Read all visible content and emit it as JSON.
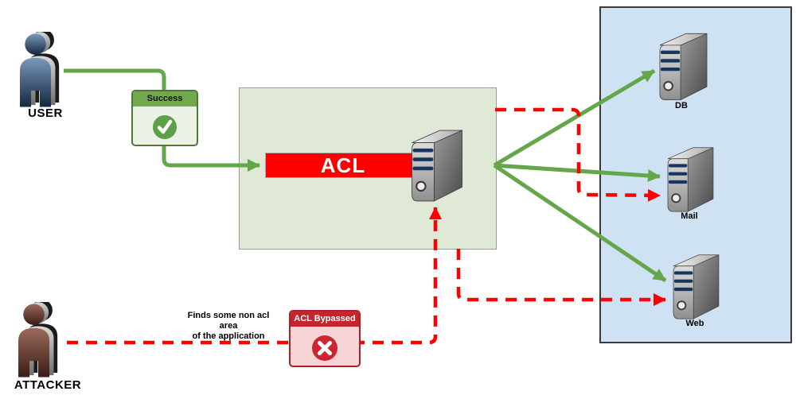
{
  "nodes": {
    "user": {
      "label": "USER"
    },
    "attacker": {
      "label": "ATTACKER"
    },
    "success": {
      "title": "Success"
    },
    "acl": {
      "label": "ACL"
    },
    "acl_bypassed": {
      "title": "ACL Bypassed"
    },
    "note": {
      "line1": "Finds some non acl area",
      "line2": "of the application"
    },
    "servers": {
      "db": {
        "label": "DB"
      },
      "mail": {
        "label": "Mail"
      },
      "web": {
        "label": "Web"
      }
    }
  },
  "colors": {
    "allowed_flow_green": "#64a64a",
    "blocked_flow_red": "#ff0000",
    "protected_zone_fill": "#dfe9d5",
    "server_zone_fill": "#cfe2f3",
    "success_header_green": "#74a84f",
    "bypass_header_red": "#c5252c",
    "acl_banner_red": "#fe0000"
  }
}
